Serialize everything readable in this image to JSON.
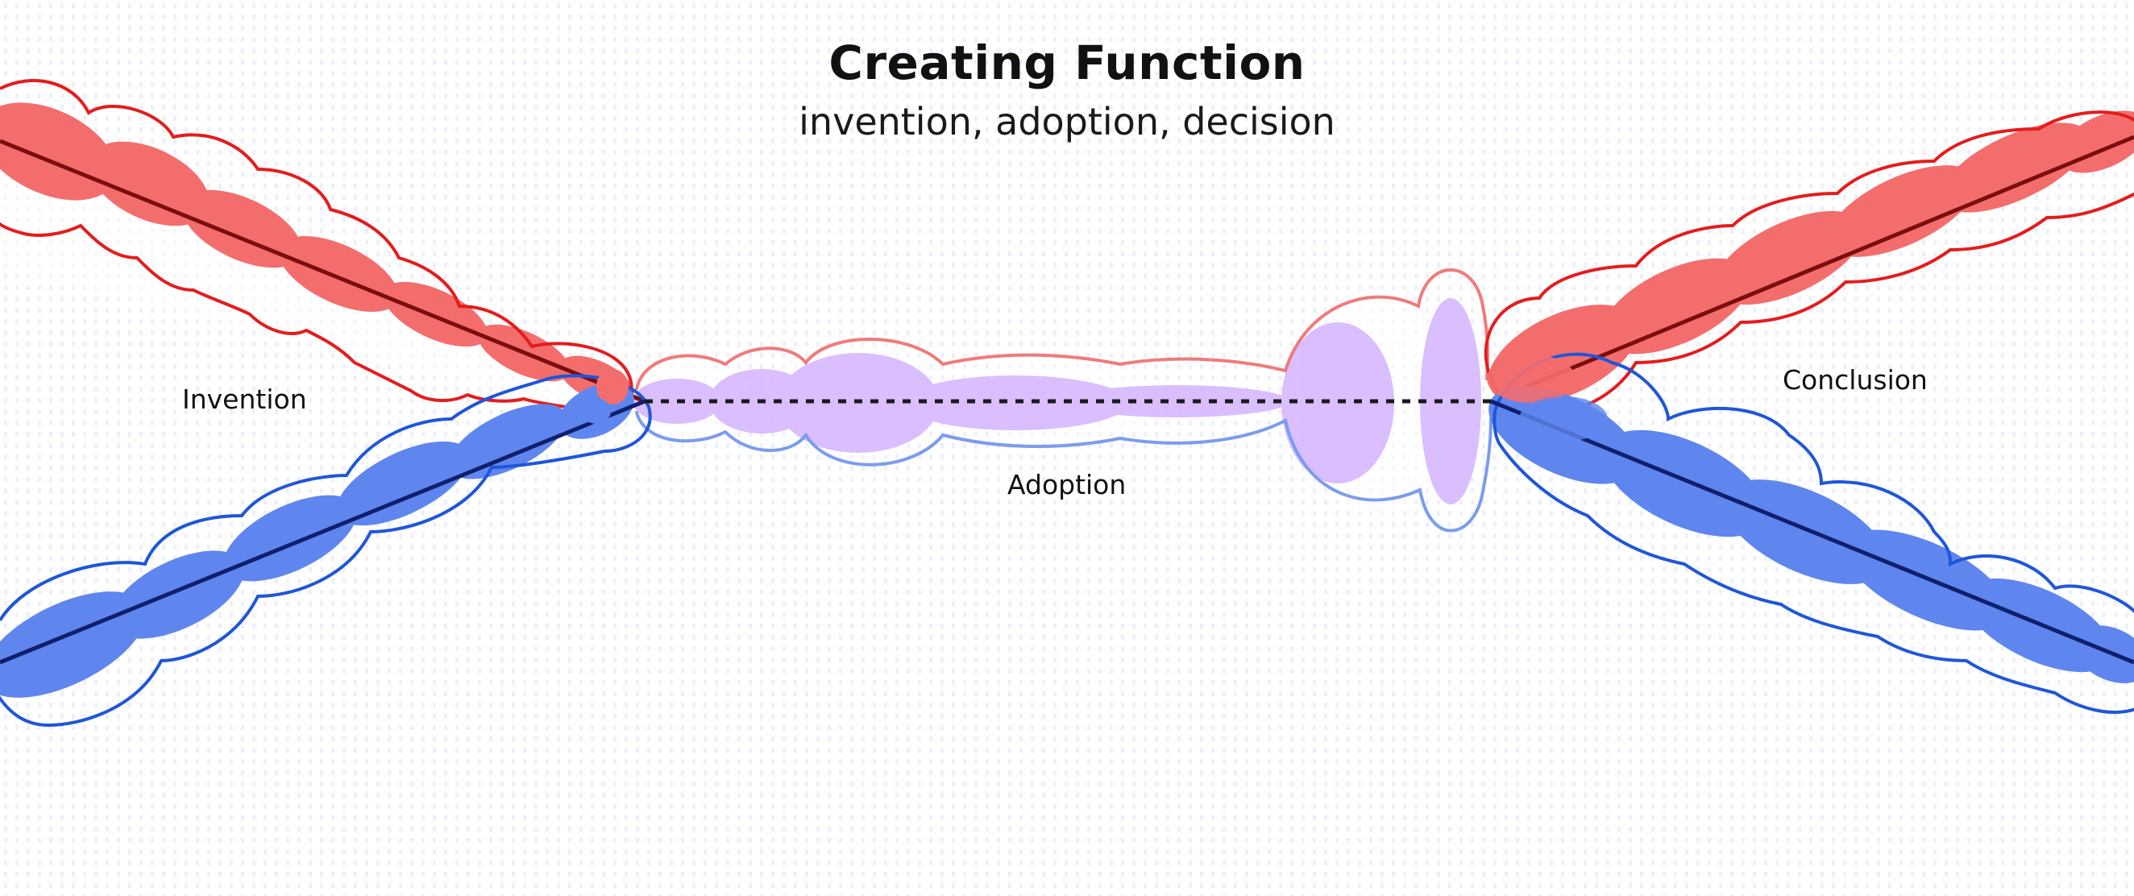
{
  "header": {
    "title": "Creating Function",
    "subtitle": "invention, adoption, decision"
  },
  "labels": {
    "invention": "Invention",
    "adoption": "Adoption",
    "conclusion": "Conclusion"
  },
  "colors": {
    "background": "#ffffff",
    "red_fill": "#f46d6d",
    "red_outline": "#e51c1c",
    "red_line": "#7a0d0d",
    "blue_fill": "#5f86ee",
    "blue_outline": "#1f56d9",
    "blue_line": "#0f1f6e",
    "purple_fill": "#d6b8ff",
    "dotted_line": "#1a1a1a"
  }
}
